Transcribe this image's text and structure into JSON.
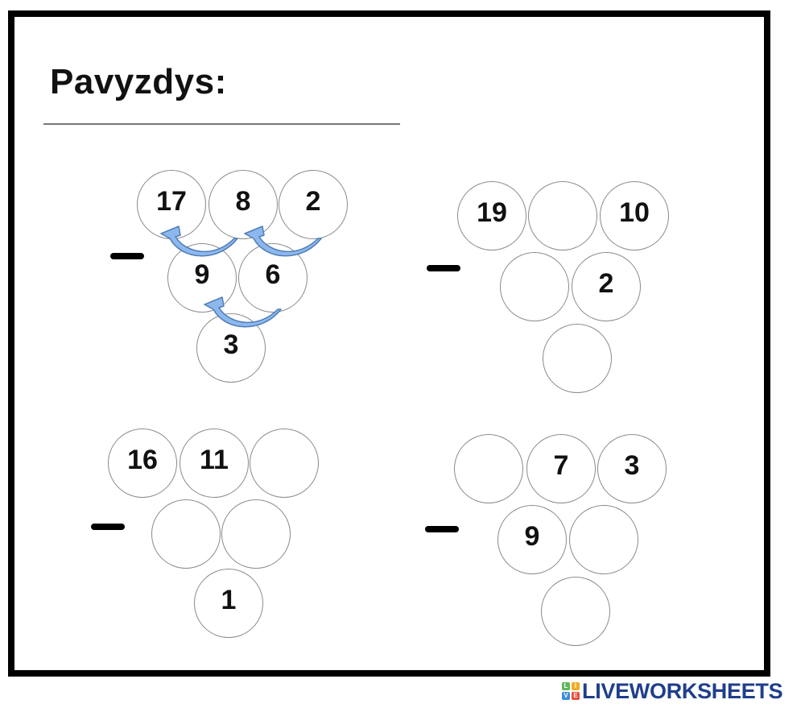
{
  "worksheet": {
    "title": "Pavyzdys:",
    "operation_symbol": "minus",
    "colors": {
      "frame": "#000000",
      "circle_outline": "#8a8a8a",
      "number": "#111111",
      "arrow_fill": "#8db8ee",
      "arrow_stroke": "#4f7db8",
      "title_rule": "#777777"
    }
  },
  "puzzles": [
    {
      "id": "example",
      "is_example": true,
      "top": [
        "17",
        "8",
        "2"
      ],
      "middle": [
        "9",
        "6"
      ],
      "bottom": [
        "3"
      ],
      "has_arrows": true
    },
    {
      "id": "puzzle-1",
      "is_example": false,
      "top": [
        "19",
        "",
        "10"
      ],
      "middle": [
        "",
        "2"
      ],
      "bottom": [
        ""
      ]
    },
    {
      "id": "puzzle-2",
      "is_example": false,
      "top": [
        "16",
        "11",
        ""
      ],
      "middle": [
        "",
        ""
      ],
      "bottom": [
        "1"
      ]
    },
    {
      "id": "puzzle-3",
      "is_example": false,
      "top": [
        "",
        "7",
        "3"
      ],
      "middle": [
        "9",
        ""
      ],
      "bottom": [
        ""
      ]
    }
  ],
  "watermark": {
    "logo_letters": [
      "L",
      "I",
      "V",
      "E"
    ],
    "logo_colors": [
      "#5cb85c",
      "#f0ad1e",
      "#3b8fd9",
      "#e74c3c"
    ],
    "text": "LIVEWORKSHEETS",
    "color": "#1f3e8c"
  }
}
